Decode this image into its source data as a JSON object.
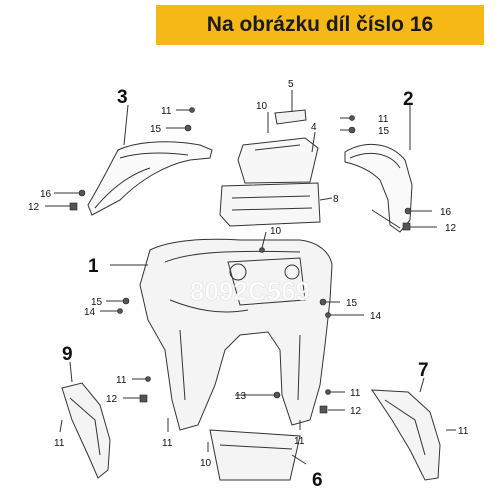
{
  "banner": {
    "title": "Na obrázku díl číslo 16",
    "color": "#f6b817"
  },
  "watermark": "8092C569",
  "callouts": {
    "big": [
      "3",
      "2",
      "1",
      "9",
      "7",
      "6"
    ],
    "small": [
      "5",
      "4",
      "8",
      "10",
      "11",
      "12",
      "13",
      "14",
      "15",
      "16"
    ]
  },
  "colors": {
    "line": "#333333",
    "watermark": "#ffffff"
  }
}
